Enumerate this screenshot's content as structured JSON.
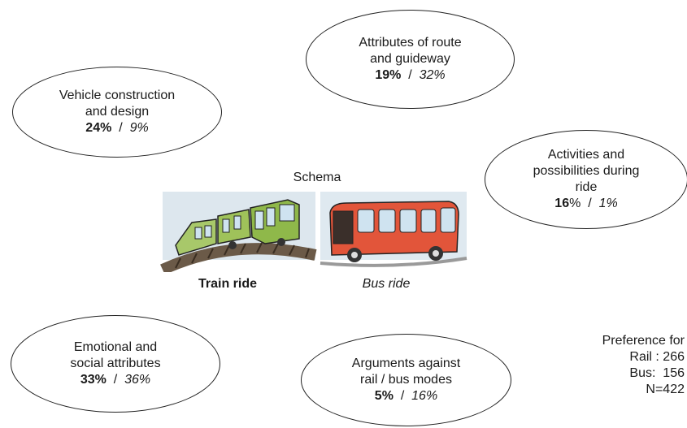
{
  "ellipses": {
    "vehicle": {
      "line1": "Vehicle construction",
      "line2": "and design",
      "rail_pct": "24%",
      "sep": "/",
      "bus_pct": "9%"
    },
    "route": {
      "line1": "Attributes of route",
      "line2": "and guideway",
      "rail_pct": "19%",
      "sep": "/",
      "bus_pct": "32%"
    },
    "activities": {
      "line1": "Activities and",
      "line2": "possibilities during",
      "line3": "ride",
      "rail_pct_num": "16",
      "rail_pct_sign": "%",
      "sep": "/",
      "bus_pct": "1%"
    },
    "emotional": {
      "line1": "Emotional and",
      "line2": "social attributes",
      "rail_pct": "33%",
      "sep": "/",
      "bus_pct": "36%"
    },
    "arguments": {
      "line1": "Arguments against",
      "line2": "rail / bus modes",
      "rail_pct": "5%",
      "sep": "/",
      "bus_pct": "16%"
    }
  },
  "schema": {
    "title": "Schema",
    "train_label": "Train ride",
    "bus_label": "Bus ride"
  },
  "preference": {
    "line1": "Preference for",
    "line2": "Rail : 266",
    "line3": "Bus:  156",
    "line4": "N=422"
  },
  "colors": {
    "train": "#8fb84a",
    "bus": "#e2553a",
    "track": "#7a6a5a",
    "outline": "#222222"
  }
}
